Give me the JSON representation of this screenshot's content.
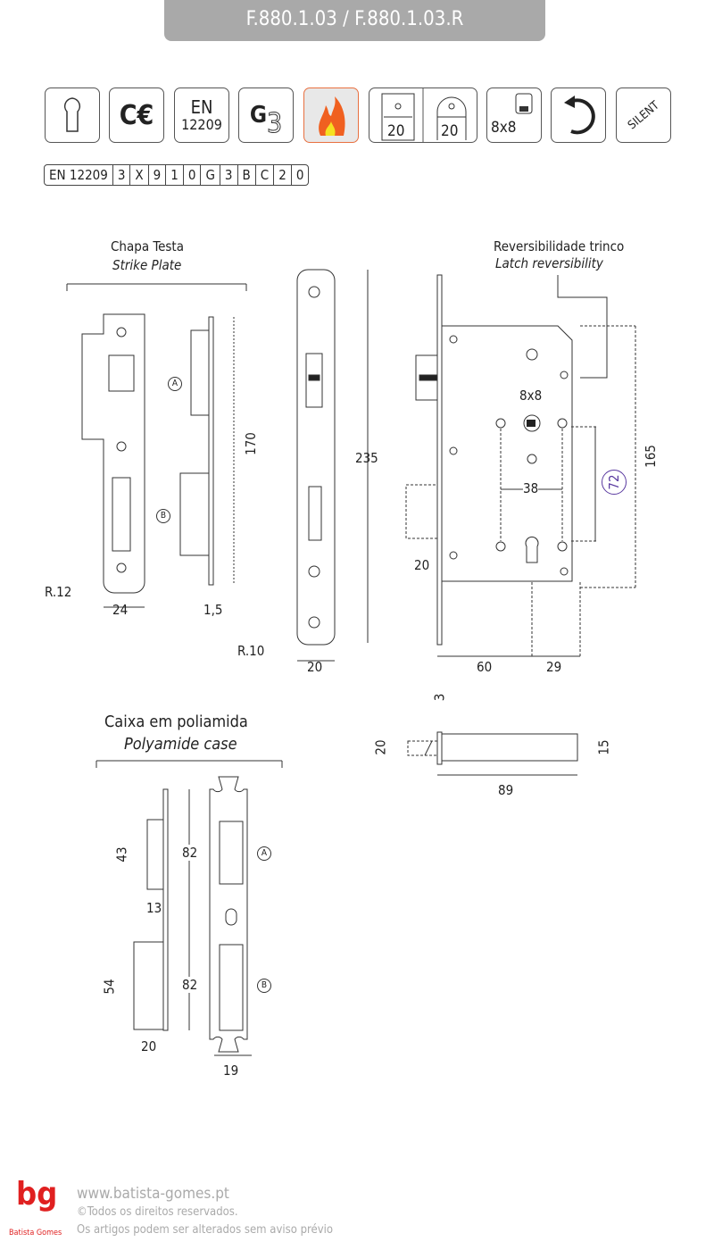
{
  "title": "F.880.1.03 / F.880.1.03.R",
  "icons": {
    "en": "EN",
    "en_num": "12209",
    "g": "G",
    "g_num": "3",
    "backset1": "20",
    "backset2": "20",
    "spindle": "8x8",
    "silent": "SILENT"
  },
  "classification": [
    "EN 12209",
    "3",
    "X",
    "9",
    "1",
    "0",
    "G",
    "3",
    "B",
    "C",
    "2",
    "0"
  ],
  "strike": {
    "title": "Chapa Testa",
    "subtitle": "Strike Plate",
    "a": "A",
    "b": "B",
    "h": "170",
    "r": "R.12",
    "w": "24",
    "t": "1,5"
  },
  "front": {
    "h": "235",
    "r": "R.10",
    "w": "20"
  },
  "lock": {
    "title": "Reversibilidade trinco",
    "subtitle": "Latch reversibility",
    "spindle": "8x8",
    "c": "38",
    "dist": "72",
    "h": "165",
    "case": "20",
    "backset": "60",
    "depth": "29",
    "t": "3",
    "w": "20",
    "th": "15",
    "l": "89"
  },
  "case": {
    "title": "Caixa em poliamida",
    "subtitle": "Polyamide case",
    "h1": "43",
    "d1": "13",
    "h2": "54",
    "d2": "20",
    "a": "82",
    "b": "82",
    "la": "A",
    "lb": "B",
    "w": "19"
  },
  "footer": {
    "url": "www.batista-gomes.pt",
    "rights": "©Todos os direitos reservados.",
    "notice": "Os artigos podem ser alterados sem aviso prévio",
    "brand": "Batista Gomes",
    "logo": "bg"
  }
}
